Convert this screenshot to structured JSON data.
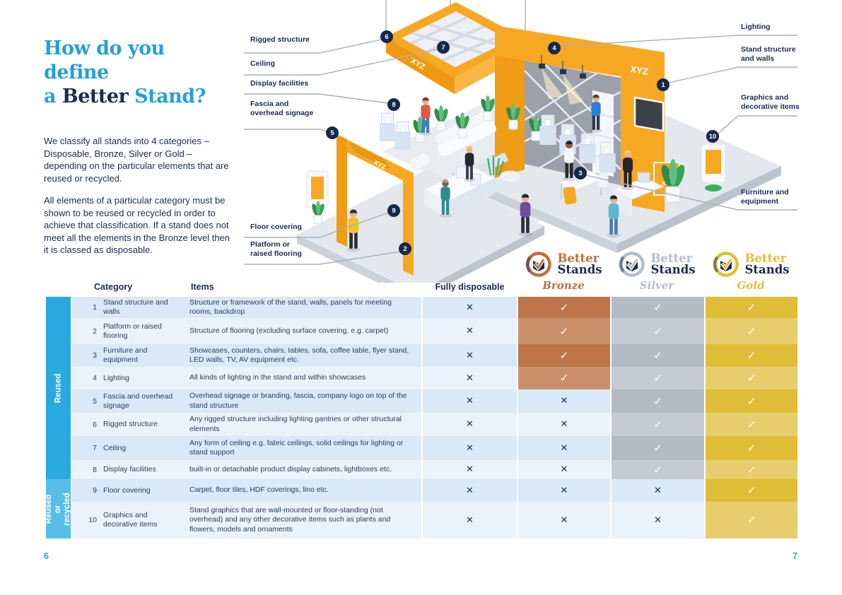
{
  "page": {
    "left_number": "6",
    "right_number": "7"
  },
  "intro": {
    "title": {
      "line1": "How do you define",
      "line2_pre": "a ",
      "line2_em": "Better",
      "line2_post": " Stand?"
    },
    "paragraphs": [
      "We classify all stands into 4 categories – Disposable, Bronze, Silver or Gold – depending on the particular elements that are reused or recycled.",
      "All elements of a particular category must be shown to be reused or recycled in order to achieve that classification. If a stand does not meet all the elements in the Bronze level then it is classed as disposable."
    ]
  },
  "illustration": {
    "brand": "XYZ",
    "callouts": [
      {
        "num": "6",
        "label": "Rigged structure"
      },
      {
        "num": "7",
        "label": "Ceiling"
      },
      {
        "num": "8",
        "label": "Display facilities"
      },
      {
        "num": "5",
        "label": "Fascia and\noverhead signage"
      },
      {
        "num": "9",
        "label": "Floor covering"
      },
      {
        "num": "2",
        "label": "Platform or\nraised flooring"
      },
      {
        "num": "4",
        "label": "Lighting"
      },
      {
        "num": "1",
        "label": "Stand structure\nand walls"
      },
      {
        "num": "10",
        "label": "Graphics and\ndecorative items"
      },
      {
        "num": "3",
        "label": "Furniture and\nequipment"
      }
    ]
  },
  "tiers": [
    {
      "brand_top": "Better",
      "brand_bottom": "Stands",
      "name": "Bronze",
      "text_color": "#BC7043",
      "cell_dark": "#BC7448",
      "cell_light": "#C98F68"
    },
    {
      "brand_top": "Better",
      "brand_bottom": "Stands",
      "name": "Silver",
      "text_color": "#B3BEC9",
      "cell_dark": "#B5BBC3",
      "cell_light": "#C6CBD2"
    },
    {
      "brand_top": "Better",
      "brand_bottom": "Stands",
      "name": "Gold",
      "text_color": "#E3BE35",
      "cell_dark": "#E0BD37",
      "cell_light": "#E8CD6F"
    }
  ],
  "table": {
    "headers": {
      "category": "Category",
      "items": "Items",
      "disposable": "Fully disposable"
    },
    "groups": [
      {
        "label": "Reused",
        "color": "#29A9E0"
      },
      {
        "label": "Reused or\nrecycled",
        "color": "#56BEE8"
      }
    ],
    "rows": [
      {
        "num": "1",
        "category": "Stand structure and walls",
        "items": "Structure or framework of the stand, walls, panels for meeting rooms, backdrop",
        "marks": [
          "x",
          "check",
          "check",
          "check"
        ]
      },
      {
        "num": "2",
        "category": "Platform or raised flooring",
        "items": "Structure of flooring (excluding surface covering, e.g. carpet)",
        "marks": [
          "x",
          "check",
          "check",
          "check"
        ]
      },
      {
        "num": "3",
        "category": "Furniture and equipment",
        "items": "Showcases, counters, chairs, tables, sofa, coffee table, flyer stand, LED walls, TV, AV equipment etc.",
        "marks": [
          "x",
          "check",
          "check",
          "check"
        ]
      },
      {
        "num": "4",
        "category": "Lighting",
        "items": "All kinds of lighting in the stand and within showcases",
        "marks": [
          "x",
          "check",
          "check",
          "check"
        ]
      },
      {
        "num": "5",
        "category": "Fascia and overhead signage",
        "items": "Overhead signage or branding, fascia, company logo on top of the stand structure",
        "marks": [
          "x",
          "x",
          "check",
          "check"
        ]
      },
      {
        "num": "6",
        "category": "Rigged structure",
        "items": "Any rigged structure including lighting gantries or other structural elements",
        "marks": [
          "x",
          "x",
          "check",
          "check"
        ]
      },
      {
        "num": "7",
        "category": "Ceiling",
        "items": "Any form of ceiling e.g. fabric ceilings, solid ceilings for lighting or stand support",
        "marks": [
          "x",
          "x",
          "check",
          "check"
        ]
      },
      {
        "num": "8",
        "category": "Display facilities",
        "items": "built-in or detachable product display cabinets, lightboxes etc.",
        "marks": [
          "x",
          "x",
          "check",
          "check"
        ]
      },
      {
        "num": "9",
        "category": "Floor covering",
        "items": "Carpet, floor tiles, HDF coverings, lino etc.",
        "marks": [
          "x",
          "x",
          "x",
          "check"
        ]
      },
      {
        "num": "10",
        "category": "Graphics and decorative items",
        "items": "Stand graphics that are wall-mounted or floor-standing (not overhead) and any other decorative items such as plants and flowers, models and ornaments",
        "marks": [
          "x",
          "x",
          "x",
          "check"
        ]
      }
    ]
  }
}
